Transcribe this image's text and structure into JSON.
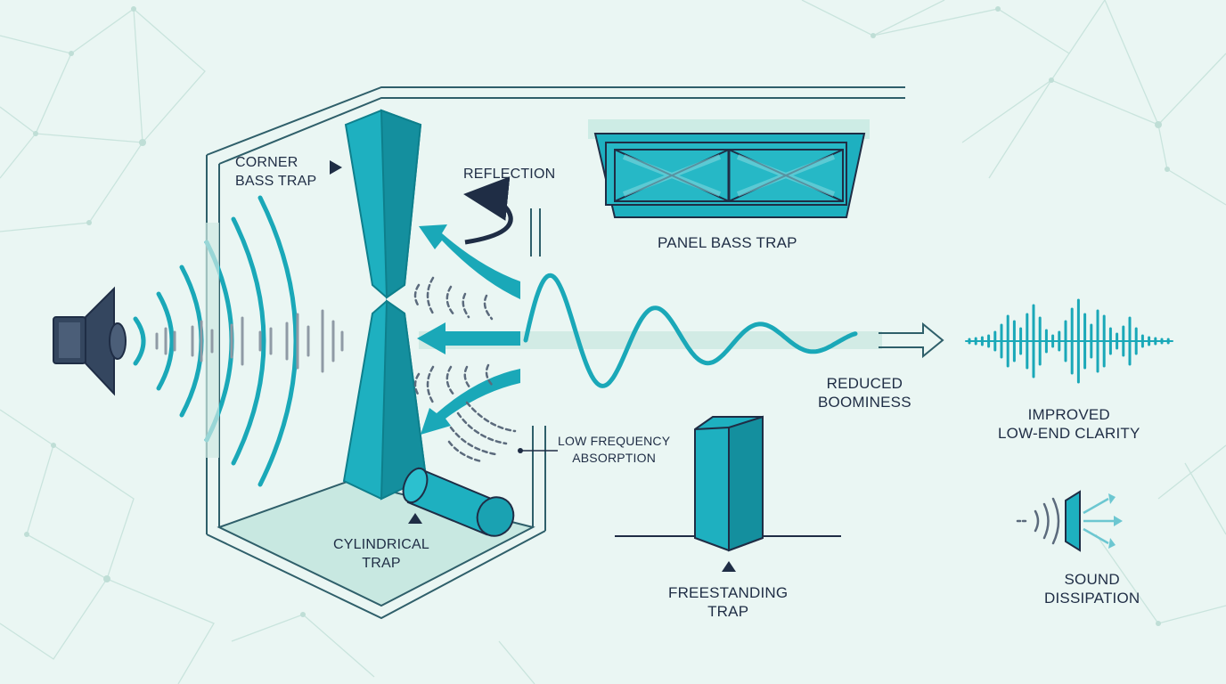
{
  "labels": {
    "corner_bass_trap": [
      "CORNER",
      "BASS TRAP"
    ],
    "reflection": "REFLECTION",
    "panel_bass_trap": "PANEL BASS TRAP",
    "reduced_boominess": [
      "REDUCED",
      "BOOMINESS"
    ],
    "improved_low_end": [
      "IMPROVED",
      "LOW-END CLARITY"
    ],
    "low_frequency_absorption": [
      "LOW FREQUENCY",
      "ABSORPTION"
    ],
    "cylindrical_trap": [
      "CYLINDRICAL",
      "TRAP"
    ],
    "freestanding_trap": [
      "FREESTANDING",
      "TRAP"
    ],
    "sound_dissipation": [
      "SOUND",
      "DISSIPATION"
    ]
  },
  "icons": {
    "speaker": "speaker-icon",
    "dissipation": "sound-dissipation-icon"
  },
  "colors": {
    "background": "#eaf6f3",
    "teal": "#1aa8b8",
    "teal_dark": "#0f8a98",
    "navy": "#1f2d45",
    "room_line": "#2f5f6a",
    "faint_net": "#c7e3dc"
  }
}
